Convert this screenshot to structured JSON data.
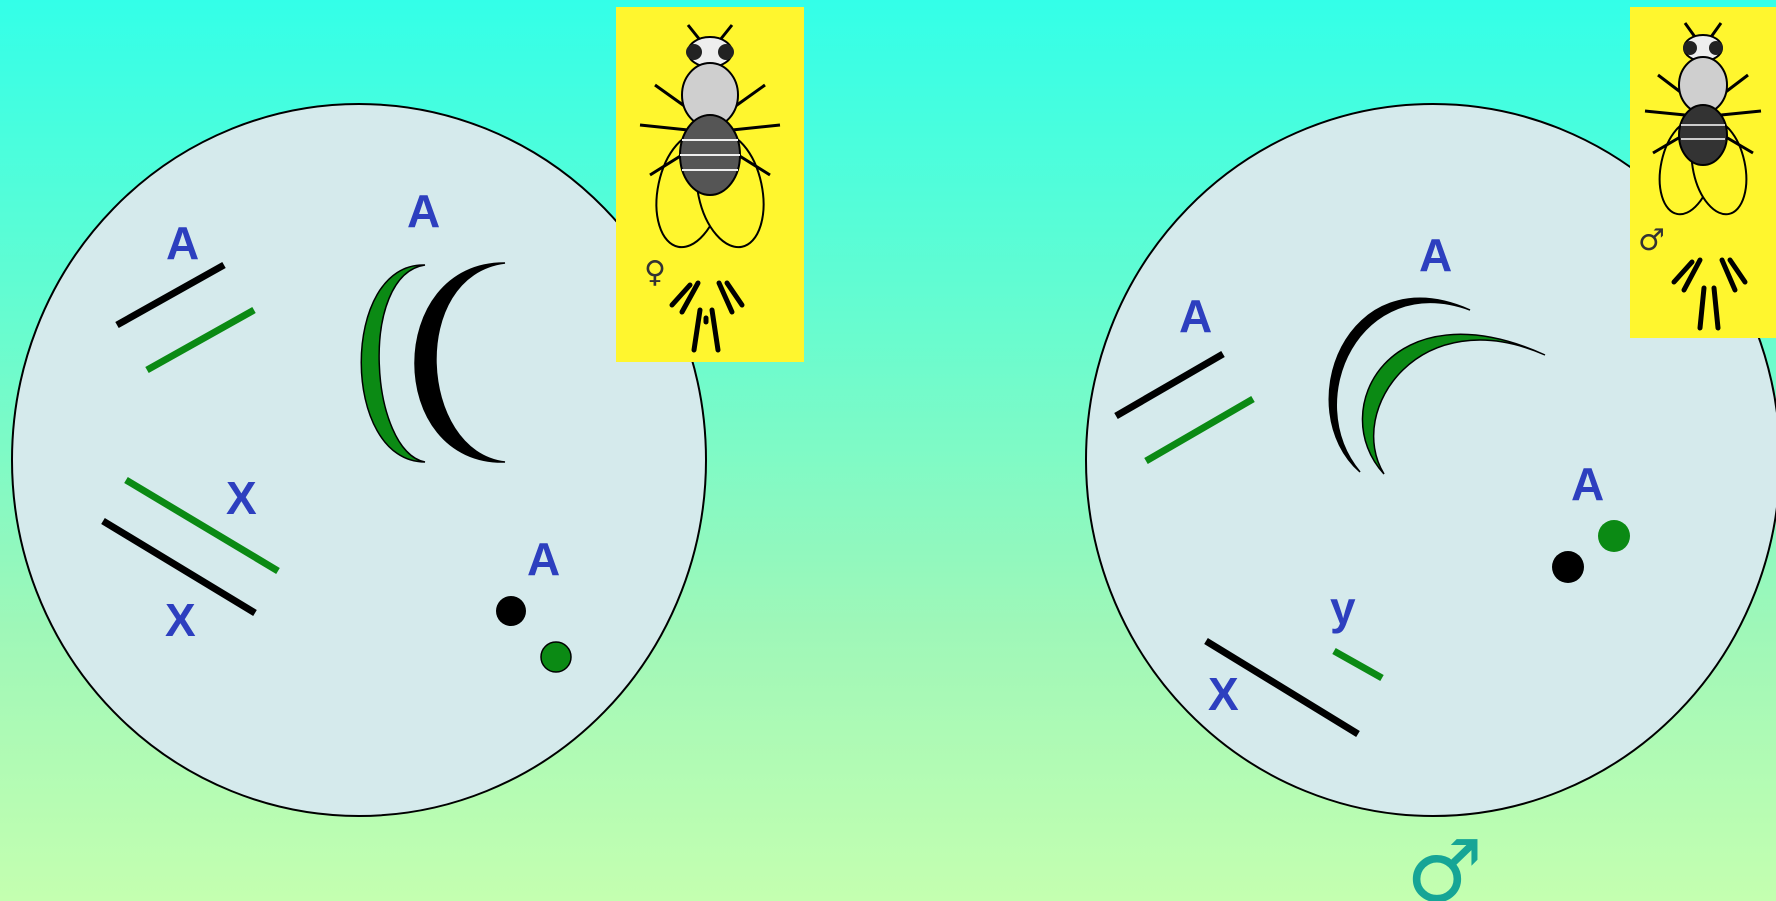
{
  "female_cell": {
    "pair_labels": [
      "A",
      "A",
      "X",
      "X",
      "A"
    ],
    "inset_sex_symbol": "♀"
  },
  "male_cell": {
    "pair_labels": [
      "A",
      "A",
      "y",
      "X",
      "A"
    ],
    "inset_sex_symbol": "♂",
    "footer_symbol": "♂"
  },
  "colors": {
    "chromosome_black": "#000000",
    "chromosome_green": "#0b8a14",
    "label_blue": "#2d3fbf",
    "cell_fill": "#d5eaec",
    "inset_yellow": "#fff62e",
    "male_symbol_teal": "#16a596"
  },
  "icons": [
    "drosophila-female-icon",
    "drosophila-male-icon",
    "female-symbol",
    "male-symbol"
  ]
}
